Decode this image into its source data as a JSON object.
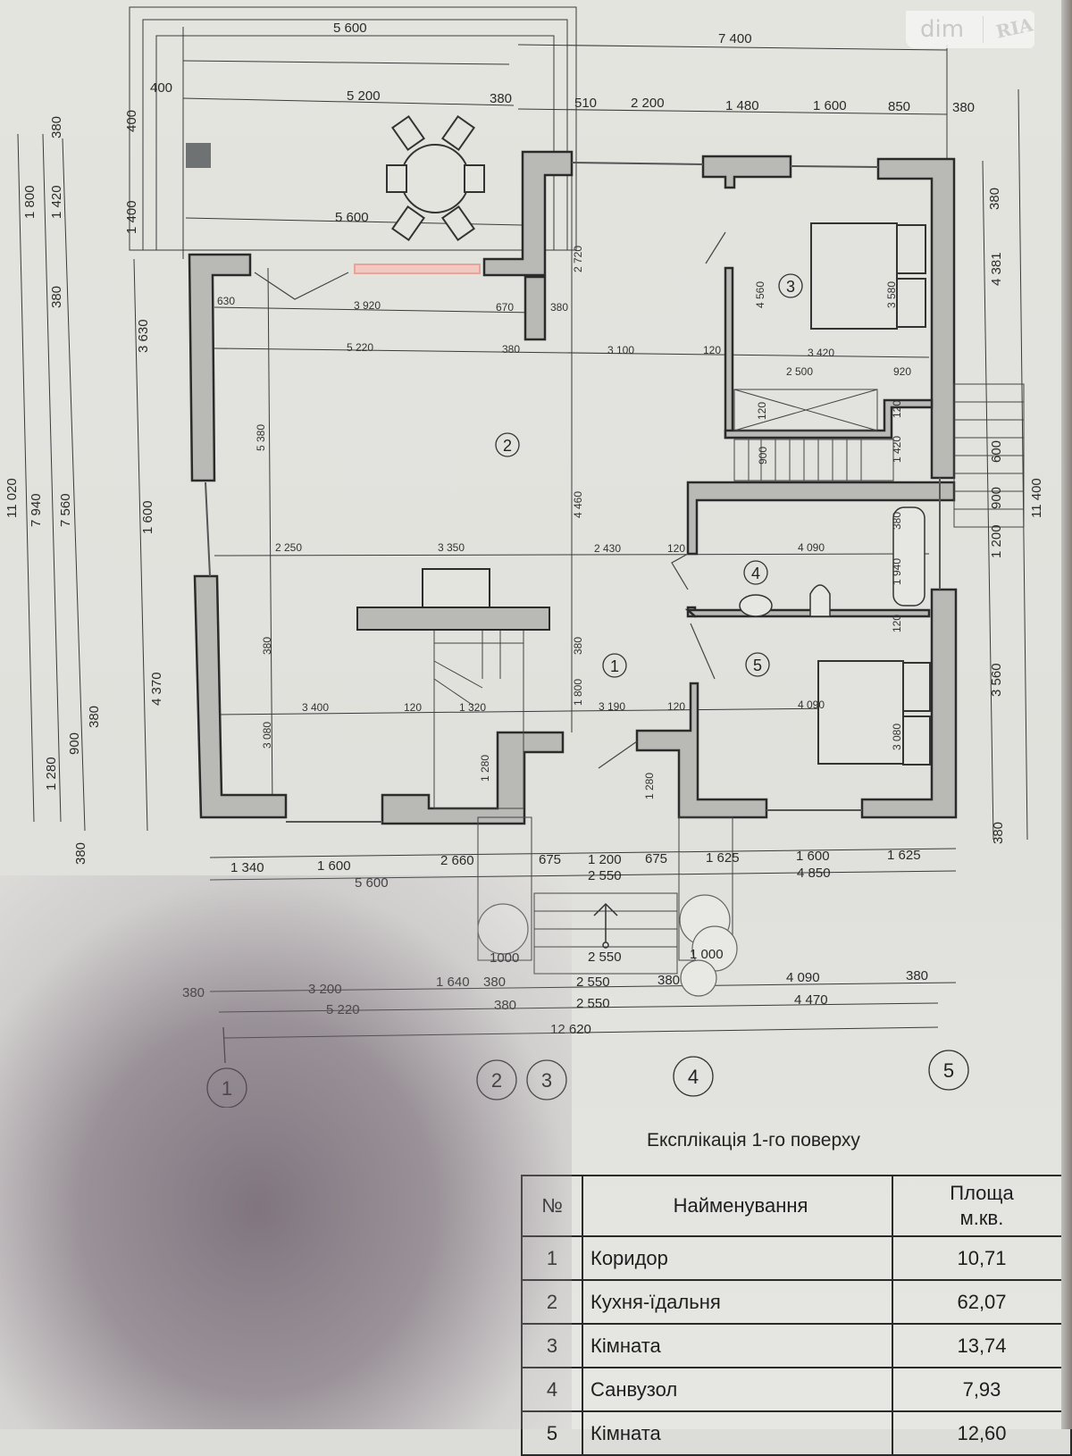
{
  "watermark": {
    "left": "dim",
    "right": "RIA"
  },
  "schedule": {
    "title": "Експлікація 1-го поверху",
    "headers": {
      "no": "№",
      "name": "Найменування",
      "area_line1": "Площа",
      "area_line2": "м.кв."
    },
    "rows": [
      {
        "no": "1",
        "name": "Коридор",
        "area": "10,71"
      },
      {
        "no": "2",
        "name": "Кухня-їдальня",
        "area": "62,07"
      },
      {
        "no": "3",
        "name": "Кімната",
        "area": "13,74"
      },
      {
        "no": "4",
        "name": "Санвузол",
        "area": "7,93"
      },
      {
        "no": "5",
        "name": "Кімната",
        "area": "12,60"
      }
    ]
  },
  "plan": {
    "room_markers": [
      "1",
      "2",
      "3",
      "4",
      "5"
    ],
    "axes": [
      "1",
      "2",
      "3",
      "4",
      "5"
    ],
    "colors": {
      "wall_fill": "#b9bab6",
      "wall_stroke": "#2b2b2b",
      "line": "#3a3a3a",
      "door_highlight": "#e8a49a",
      "shadow": "#6a5c6a"
    },
    "dims_top": {
      "terrace_outer": "5 600",
      "terrace_inner": "5 200",
      "terrace_bottom": "5 600",
      "terrace_left": "400",
      "terrace_right": "380",
      "overall_right": "7 400",
      "segments": [
        "510",
        "2 200",
        "1 480",
        "1 600",
        "850",
        "380"
      ]
    },
    "dims_left": {
      "outer": "11 020",
      "second": "7 940",
      "third": "7 560",
      "top_stack": [
        "380",
        "1 420",
        "1 800",
        "380"
      ],
      "terrace": [
        "400",
        "1 400"
      ],
      "wall_stack": [
        "3 630",
        "1 600",
        "4 370"
      ],
      "bottom_stack": [
        "380",
        "900",
        "1 280",
        "380"
      ]
    },
    "dims_right": [
      "380",
      "4 381",
      "600",
      "900",
      "1 200",
      "3 560",
      "380",
      "11 400"
    ],
    "dims_interior": {
      "kitchen_top": [
        "630",
        "3 920",
        "670",
        "380"
      ],
      "kitchen_width": "5 220",
      "kitchen_wall": "380",
      "kitchen_height": "5 380",
      "center_top": "2 720",
      "center_mid": "4 460",
      "corridor_width": "3 100",
      "wall_120": "120",
      "room3_depth": "4 560",
      "room3_width": "3 420",
      "room3_bed": "3 580",
      "room3_closet": [
        "2 500",
        "920"
      ],
      "room3_closet_h": "120",
      "stair_top": [
        "120",
        "1 420",
        "900"
      ],
      "mid_row": [
        "2 250",
        "3 350",
        "2 430",
        "120",
        "4 090"
      ],
      "bath_h": "1 940",
      "bath_top": "380",
      "lower_left": [
        "3 400",
        "120",
        "1 320"
      ],
      "lower_left_h": "3 080",
      "stair_h": "380",
      "corridor_lower": [
        "1 800",
        "3 190",
        "120",
        "4 090"
      ],
      "room5_bed": "3 080",
      "room5_top": "120",
      "entry": "1 280",
      "stair_small": "1 280"
    },
    "dims_bottom": {
      "row1": [
        "1 340",
        "1 600",
        "2 660",
        "675",
        "1 200",
        "675",
        "1 625",
        "1 600",
        "1 625"
      ],
      "row2": [
        "5 600",
        "2 550",
        "4 850"
      ],
      "planters": [
        "1000",
        "2 550",
        "1 000"
      ],
      "row3": [
        "380",
        "3 200",
        "1 640",
        "380",
        "2 550",
        "380",
        "4 090",
        "380"
      ],
      "row4": [
        "5 220",
        "380",
        "2 550",
        "4 470"
      ],
      "overall": "12 620"
    }
  }
}
